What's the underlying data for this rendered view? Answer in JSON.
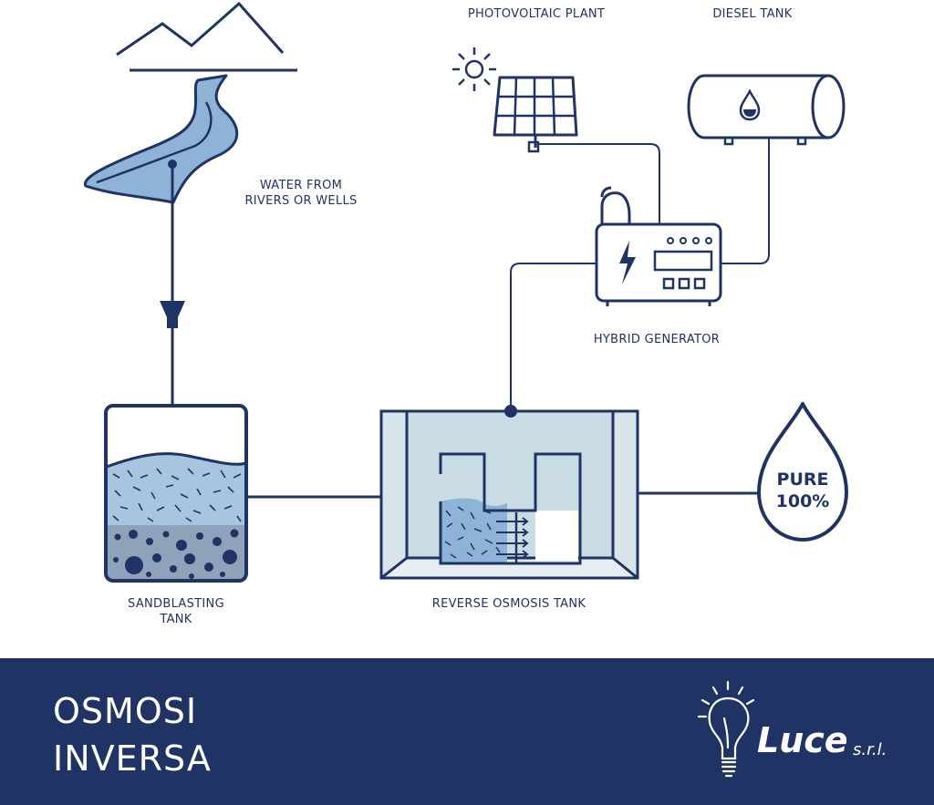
{
  "labels": {
    "water_source": "WATER FROM\nRIVERS OR WELLS",
    "photovoltaic": "PHOTOVOLTAIC PLANT",
    "diesel": "DIESEL TANK",
    "generator": "HYBRID GENERATOR",
    "sandblasting": "SANDBLASTING\nTANK",
    "reverse_osmosis": "REVERSE OSMOSIS TANK"
  },
  "drop": {
    "line1": "PURE",
    "line2": "100%"
  },
  "footer": {
    "title_line1": "OSMOSI",
    "title_line2": "INVERSA",
    "brand_name": "Luce",
    "brand_suffix": "s.r.l."
  },
  "colors": {
    "navy": "#1f3464",
    "light_blue": "#a9c4df",
    "pale_blue": "#c9dbe3",
    "water": "#8fb3d6",
    "gravel": "#8ea3ba",
    "footer_bg": "#1f3464"
  },
  "icons": [
    "mountain-icon",
    "river-icon",
    "funnel-icon",
    "sun-icon",
    "solar-panel-icon",
    "diesel-tank-icon",
    "fuel-drop-icon",
    "generator-icon",
    "lightning-icon",
    "water-drop-icon",
    "lightbulb-logo-icon"
  ]
}
